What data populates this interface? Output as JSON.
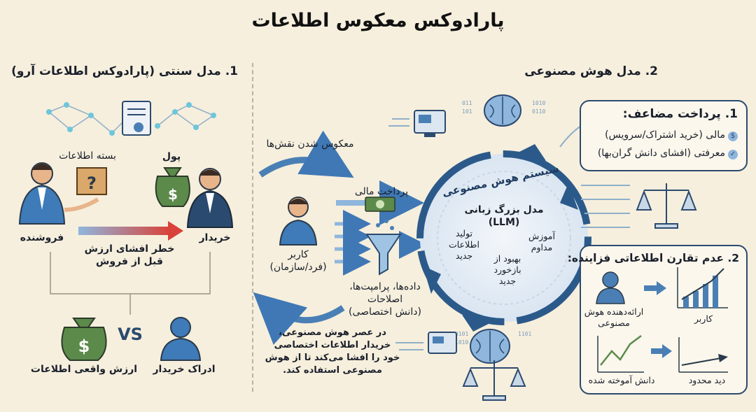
{
  "title": "پارادوکس معکوس اطلاعات",
  "left": {
    "heading": "1. مدل سنتی (پارادوکس اطلاعات آرو)",
    "info_package": "بسته اطلاعات",
    "money": "پول",
    "seller": "فروشنده",
    "buyer": "خریدار",
    "risk_line1": "خطر افشای ارزش",
    "risk_line2": "قبل از فروش",
    "vs": "VS",
    "real_value": "ارزش واقعی اطلاعات",
    "buyer_perception": "ادراک خریدار"
  },
  "right": {
    "heading": "2. مدل هوش مصنوعی",
    "role_reversal": "معکوس شدن نقش‌ها",
    "financial_payment": "پرداخت مالی",
    "user_line1": "کاربر",
    "user_line2": "(فرد/سازمان)",
    "inputs_line1": "داده‌ها، پرامپت‌ها،",
    "inputs_line2": "اصلاحات",
    "inputs_line3": "(دانش اختصاصی)",
    "ai_system": "سیستم هوش مصنوعی",
    "llm_line1": "مدل بزرگ زبانی",
    "llm_line2": "(LLM)",
    "gen_line1": "تولید",
    "gen_line2": "اطلاعات",
    "gen_line3": "جدید",
    "train_line1": "آموزش",
    "train_line2": "مداوم",
    "improve_line1": "بهبود از",
    "improve_line2": "بازخورد",
    "improve_line3": "جدید",
    "note_line1": "در عصر هوش مصنوعی،",
    "note_line2": "خریدار اطلاعات اختصاصی",
    "note_line3": "خود را افشا می‌کند تا از هوش",
    "note_line4": "مصنوعی استفاده کند.",
    "double_payment": {
      "heading": "1. پرداخت مضاعف:",
      "item1": "مالی (خرید اشتراک/سرویس)",
      "item2": "معرفتی (افشای دانش گران‌بها)"
    },
    "asymmetry": {
      "heading": "2. عدم تقارن اطلاعاتی فزاینده:",
      "provider_line1": "ارائه‌دهنده هوش",
      "provider_line2": "مصنوعی",
      "user": "کاربر",
      "learned": "دانش آموخته شده",
      "limited": "دید محدود"
    }
  },
  "colors": {
    "navy": "#2b4a6f",
    "blue": "#4a7fb5",
    "light_blue": "#8fb6dd",
    "green": "#5c8a4a",
    "red_arrow": "#d9423a",
    "background": "#f6efdd"
  },
  "icons": [
    "network-icon",
    "certificate-icon",
    "question-box-icon",
    "money-bag-icon",
    "person-icon",
    "cash-icon",
    "funnel-icon",
    "brain-icon",
    "monitor-icon",
    "scales-icon",
    "chart-up-icon"
  ]
}
